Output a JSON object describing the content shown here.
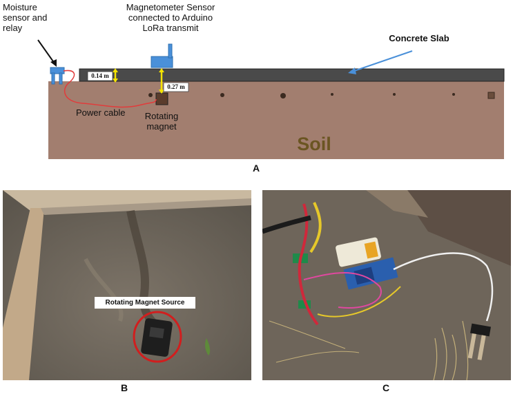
{
  "panel_a": {
    "letter": "A",
    "labels": {
      "moisture": "Moisture sensor and relay",
      "magnetometer": "Magnetometer Sensor connected to Arduino LoRa transmit",
      "concrete": "Concrete Slab",
      "power_cable": "Power cable",
      "rotating_magnet": "Rotating magnet",
      "soil": "Soil",
      "dim_slab": "0.14 m",
      "dim_depth": "0.27 m"
    },
    "colors": {
      "soil": "#a27e6f",
      "slab": "#4a4a4a",
      "soil_text": "#6b5522",
      "cable": "#e23b3b",
      "sensor": "#4a90d9",
      "arrow_dim": "#f5e400"
    }
  },
  "panel_b": {
    "letter": "B",
    "callout": "Rotating Magnet Source"
  },
  "panel_c": {
    "letter": "C"
  }
}
